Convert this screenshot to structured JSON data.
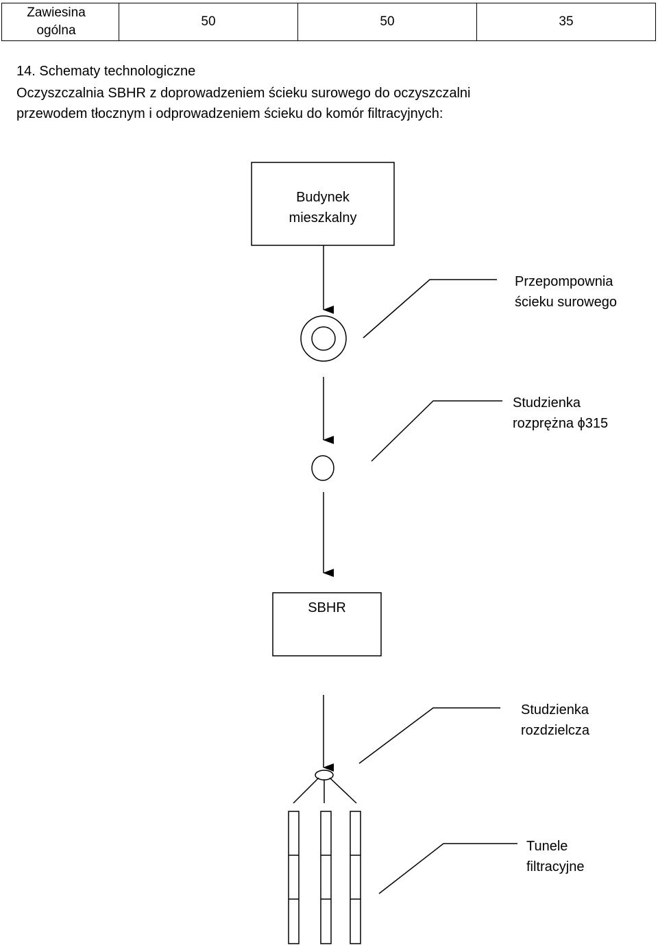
{
  "table": {
    "label_line1": "Zawiesina",
    "label_line2": "ogólna",
    "values": [
      "50",
      "50",
      "35"
    ]
  },
  "section": {
    "heading": "14. Schematy technologiczne",
    "intro_line1": "Oczyszczalnia SBHR z doprowadzeniem ścieku surowego do oczyszczalni",
    "intro_line2": "przewodem tłocznym i odprowadzeniem ścieku do komór filtracyjnych:"
  },
  "diagram": {
    "building_line1": "Budynek",
    "building_line2": "mieszkalny",
    "pump_station_line1": "Przepompownia",
    "pump_station_line2": "ścieku surowego",
    "relief_well_line1": "Studzienka",
    "relief_well_line2": "rozprężna ϕ315",
    "sbhr": "SBHR",
    "distribution_well_line1": "Studzienka",
    "distribution_well_line2": "rozdzielcza",
    "tunnels_line1": "Tunele",
    "tunnels_line2": "filtracyjne"
  }
}
